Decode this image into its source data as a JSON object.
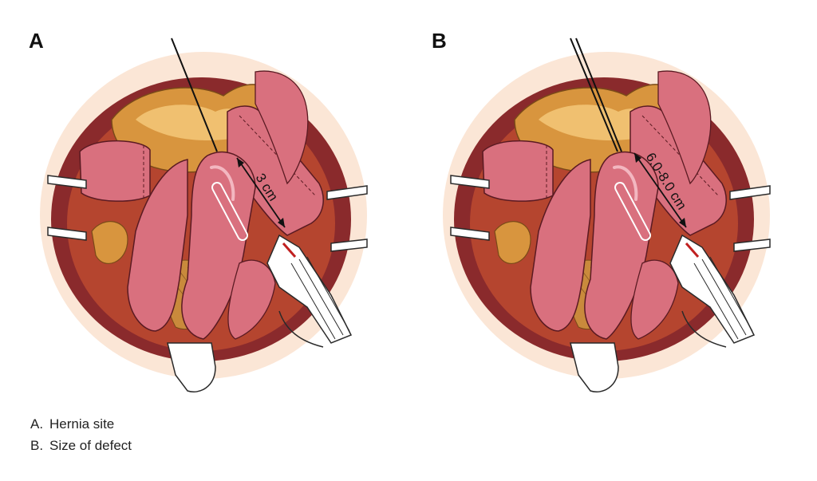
{
  "panels": [
    {
      "letter": "A",
      "measurement": "3 cm"
    },
    {
      "letter": "B",
      "measurement": "6.0-8.0 cm"
    }
  ],
  "legend": [
    {
      "letter": "A.",
      "text": "Hernia site"
    },
    {
      "letter": "B.",
      "text": "Size of defect"
    }
  ],
  "colors": {
    "bowel": "#d9707e",
    "bowel_light": "#ec9aa5",
    "bowel_shadow": "#b44a5a",
    "fat": "#d8953e",
    "fat_light": "#f0c070",
    "cavity_rim": "#fbe6d6",
    "cavity_dark": "#7a1f22",
    "instrument": "#ffffff",
    "outline": "#2a2a2a"
  }
}
